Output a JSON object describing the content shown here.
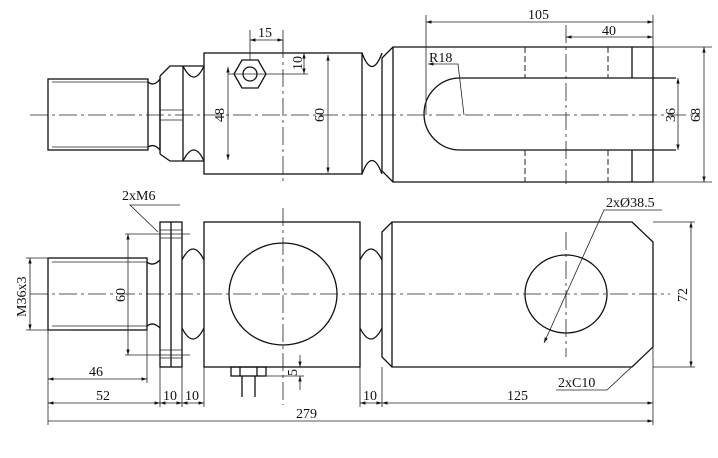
{
  "top_view": {
    "dim_nut_offset": "15",
    "dim_nut_height": "10",
    "dim_collar": "48",
    "dim_body": "60",
    "dim_slot_length": "105",
    "dim_slot_end": "40",
    "radius_label": "R18",
    "dim_slot_width": "36",
    "dim_fork_height": "68"
  },
  "bottom_view": {
    "flange_thread": "2xM6",
    "thread_label": "M36x3",
    "dim_flange": "60",
    "hole_label": "2xØ38.5",
    "dim_fork_height": "72",
    "chamfer_label": "2xC10",
    "dim_sensor_offset": "5",
    "dim_thread_length": "46",
    "dim_stud": "52",
    "dim_flange_thk": "10",
    "dim_gap": "10",
    "dim_groove": "10",
    "dim_fork_length": "125",
    "dim_total": "279"
  }
}
